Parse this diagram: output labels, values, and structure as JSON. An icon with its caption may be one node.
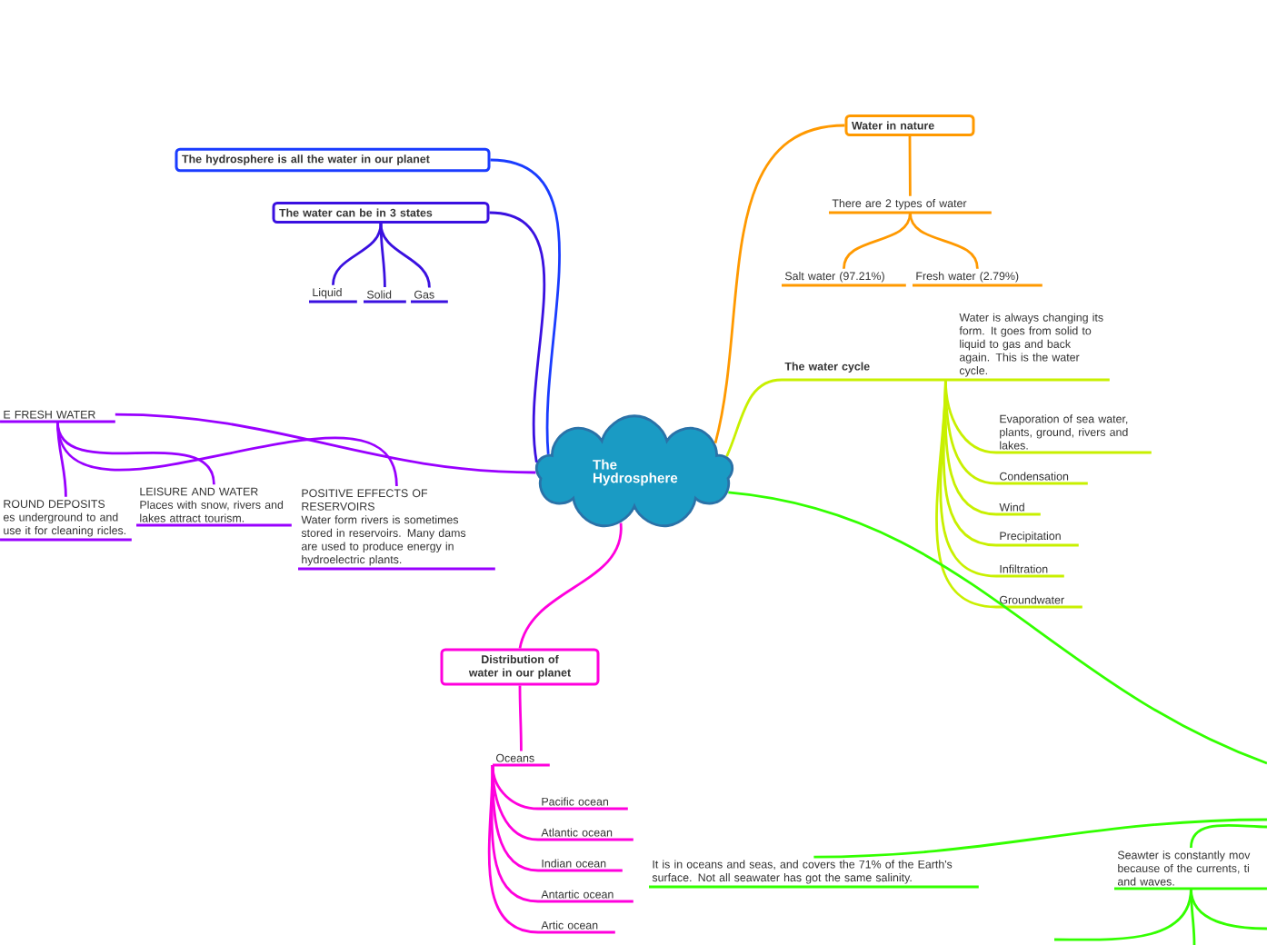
{
  "diagram": {
    "nodes": [
      {
        "text": [
          "The Hydrosphere"
        ]
      },
      {
        "text": [
          "The hydrosphere is all the water in our planet"
        ]
      },
      {
        "text": [
          "The water can be in 3 states"
        ]
      },
      {
        "text": [
          "Liquid"
        ]
      },
      {
        "text": [
          "Solid"
        ]
      },
      {
        "text": [
          "Gas"
        ]
      },
      {
        "text": [
          "Water in nature"
        ]
      },
      {
        "text": [
          "There are 2 types of water"
        ]
      },
      {
        "text": [
          "Salt water (97.21%)"
        ]
      },
      {
        "text": [
          "Fresh water (2.79%)"
        ]
      },
      {
        "text": [
          "The water cycle",
          "Water is always changing its form. It goes from solid to liquid to gas and back again. This is the water cycle."
        ]
      },
      {
        "text": [
          "Evaporation of sea water, plants, ground, rivers and lakes."
        ]
      },
      {
        "text": [
          "Condensation"
        ]
      },
      {
        "text": [
          "Wind"
        ]
      },
      {
        "text": [
          "Precipitation"
        ]
      },
      {
        "text": [
          "Infiltration"
        ]
      },
      {
        "text": [
          "Groundwater"
        ]
      },
      {
        "text": [
          "Distribution of water in our planet"
        ]
      },
      {
        "text": [
          "Oceans"
        ]
      },
      {
        "text": [
          "Pacific ocean"
        ]
      },
      {
        "text": [
          "Atlantic ocean"
        ]
      },
      {
        "text": [
          "Indian ocean"
        ]
      },
      {
        "text": [
          "Antartic ocean"
        ]
      },
      {
        "text": [
          "Artic ocean"
        ]
      },
      {
        "text": [
          "It is in oceans and seas, and covers the 71% of the Earth's surface. Not all seawater has got the same salinity."
        ]
      },
      {
        "text": [
          "Seawter is constantly mov because of the currents, ti and waves."
        ]
      },
      {
        "text": [
          "E FRESH WATER"
        ]
      },
      {
        "text": [
          "ROUND DEPOSITS",
          "es underground to and use it for cleaning ricles."
        ]
      },
      {
        "text": [
          "LEISURE AND WATER",
          "Places with snow, rivers and lakes attract tourism."
        ]
      },
      {
        "text": [
          "POSITIVE EFFECTS OF RESERVOIRS",
          "Water form rivers is sometimes stored in reservoirs. Many dams are used to produce energy in hydroelectric plants."
        ]
      }
    ],
    "edges": [
      {
        "from": 0,
        "to": 1,
        "arrow": "none",
        "color": "#1a3cff"
      },
      {
        "from": 0,
        "to": 2,
        "arrow": "none",
        "color": "#3a10e0"
      },
      {
        "from": 2,
        "to": 3,
        "arrow": "none",
        "color": "#3a10e0"
      },
      {
        "from": 2,
        "to": 4,
        "arrow": "none",
        "color": "#3a10e0"
      },
      {
        "from": 2,
        "to": 5,
        "arrow": "none",
        "color": "#3a10e0"
      },
      {
        "from": 0,
        "to": 6,
        "arrow": "none",
        "color": "#ff9900"
      },
      {
        "from": 6,
        "to": 7,
        "arrow": "none",
        "color": "#ff9900"
      },
      {
        "from": 7,
        "to": 8,
        "arrow": "none",
        "color": "#ff9900"
      },
      {
        "from": 7,
        "to": 9,
        "arrow": "none",
        "color": "#ff9900"
      },
      {
        "from": 0,
        "to": 10,
        "arrow": "none",
        "color": "#c8f000"
      },
      {
        "from": 10,
        "to": 11,
        "arrow": "none",
        "color": "#c8f000"
      },
      {
        "from": 10,
        "to": 12,
        "arrow": "none",
        "color": "#c8f000"
      },
      {
        "from": 10,
        "to": 13,
        "arrow": "none",
        "color": "#c8f000"
      },
      {
        "from": 10,
        "to": 14,
        "arrow": "none",
        "color": "#c8f000"
      },
      {
        "from": 10,
        "to": 15,
        "arrow": "none",
        "color": "#c8f000"
      },
      {
        "from": 10,
        "to": 16,
        "arrow": "none",
        "color": "#c8f000"
      },
      {
        "from": 0,
        "to": 17,
        "arrow": "none",
        "color": "#ff00dd"
      },
      {
        "from": 17,
        "to": 18,
        "arrow": "none",
        "color": "#ff00dd"
      },
      {
        "from": 18,
        "to": 19,
        "arrow": "none",
        "color": "#ff00dd"
      },
      {
        "from": 18,
        "to": 20,
        "arrow": "none",
        "color": "#ff00dd"
      },
      {
        "from": 18,
        "to": 21,
        "arrow": "none",
        "color": "#ff00dd"
      },
      {
        "from": 18,
        "to": 22,
        "arrow": "none",
        "color": "#ff00dd"
      },
      {
        "from": 18,
        "to": 23,
        "arrow": "none",
        "color": "#ff00dd"
      },
      {
        "from": 0,
        "to": null,
        "arrow": "none",
        "color": "#33ff00"
      },
      {
        "from": null,
        "to": 24,
        "arrow": "none",
        "color": "#33ff00"
      },
      {
        "from": null,
        "to": 25,
        "arrow": "none",
        "color": "#33ff00"
      },
      {
        "from": 25,
        "to": null,
        "arrow": "none",
        "color": "#33ff00"
      },
      {
        "from": 25,
        "to": null,
        "arrow": "none",
        "color": "#33ff00"
      },
      {
        "from": 25,
        "to": null,
        "arrow": "none",
        "color": "#33ff00"
      },
      {
        "from": 0,
        "to": 26,
        "arrow": "none",
        "color": "#9900ff"
      },
      {
        "from": 26,
        "to": 27,
        "arrow": "none",
        "color": "#9900ff"
      },
      {
        "from": 26,
        "to": 28,
        "arrow": "none",
        "color": "#9900ff"
      },
      {
        "from": 26,
        "to": 29,
        "arrow": "none",
        "color": "#9900ff"
      }
    ]
  }
}
